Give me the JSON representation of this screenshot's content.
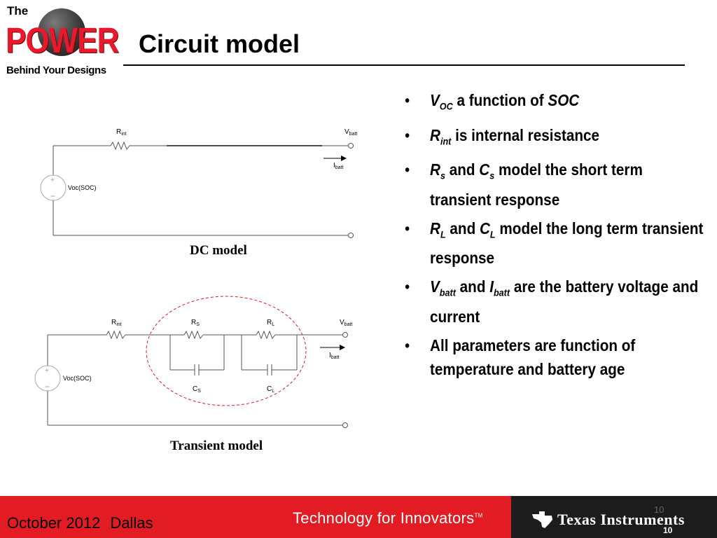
{
  "logo": {
    "the": "The",
    "power": "POWER",
    "tagline": "Behind Your Designs"
  },
  "slide": {
    "title": "Circuit model",
    "page_number": "10"
  },
  "dc_model": {
    "caption": "DC model",
    "r_int": {
      "main": "R",
      "sub": "int"
    },
    "v_batt": {
      "main": "V",
      "sub": "batt"
    },
    "i_batt": {
      "main": "I",
      "sub": "batt"
    },
    "source": "Voc(SOC)",
    "plus": "+",
    "minus": "−"
  },
  "transient_model": {
    "caption": "Transient model",
    "r_int": {
      "main": "R",
      "sub": "int"
    },
    "r_s": {
      "main": "R",
      "sub": "S"
    },
    "r_l": {
      "main": "R",
      "sub": "L"
    },
    "c_s": {
      "main": "C",
      "sub": "S"
    },
    "c_l": {
      "main": "C",
      "sub": "L"
    },
    "v_batt": {
      "main": "V",
      "sub": "batt"
    },
    "i_batt": {
      "main": "I",
      "sub": "batt"
    },
    "source": "Voc(SOC)",
    "plus": "+",
    "minus": "−"
  },
  "bullets": [
    {
      "s1": "V",
      "sub1": "OC",
      "t1": " a function of ",
      "s2": "SOC",
      "sub2": "",
      "t2": ""
    },
    {
      "s1": "R",
      "sub1": "int",
      "t1": " is internal resistance",
      "s2": "",
      "sub2": "",
      "t2": ""
    },
    {
      "s1": "R",
      "sub1": "s",
      "t1": " and ",
      "s2": "C",
      "sub2": "s",
      "t2": " model the short term transient response"
    },
    {
      "s1": "R",
      "sub1": "L",
      "t1": " and ",
      "s2": "C",
      "sub2": "L",
      "t2": " model the long term transient response"
    },
    {
      "s1": "V",
      "sub1": "batt",
      "t1": " and ",
      "s2": "I",
      "sub2": "batt",
      "t2": " are the battery voltage and current"
    },
    {
      "s1": "",
      "sub1": "",
      "t1": "All parameters are function of temperature and battery age",
      "s2": "",
      "sub2": "",
      "t2": ""
    }
  ],
  "footer": {
    "date": "October 2012",
    "location": "Dallas",
    "slogan": "Technology for Innovators",
    "slogan_tm": "TM",
    "company": "Texas Instruments"
  },
  "colors": {
    "footer_red": "#e31b23",
    "footer_dark": "#1c1c1c",
    "logo_red": "#e8192c",
    "ellipse": "#e31b23"
  },
  "icons": {
    "logo": "ti-power-globe-logo",
    "ti": "texas-instruments-logo-icon"
  }
}
